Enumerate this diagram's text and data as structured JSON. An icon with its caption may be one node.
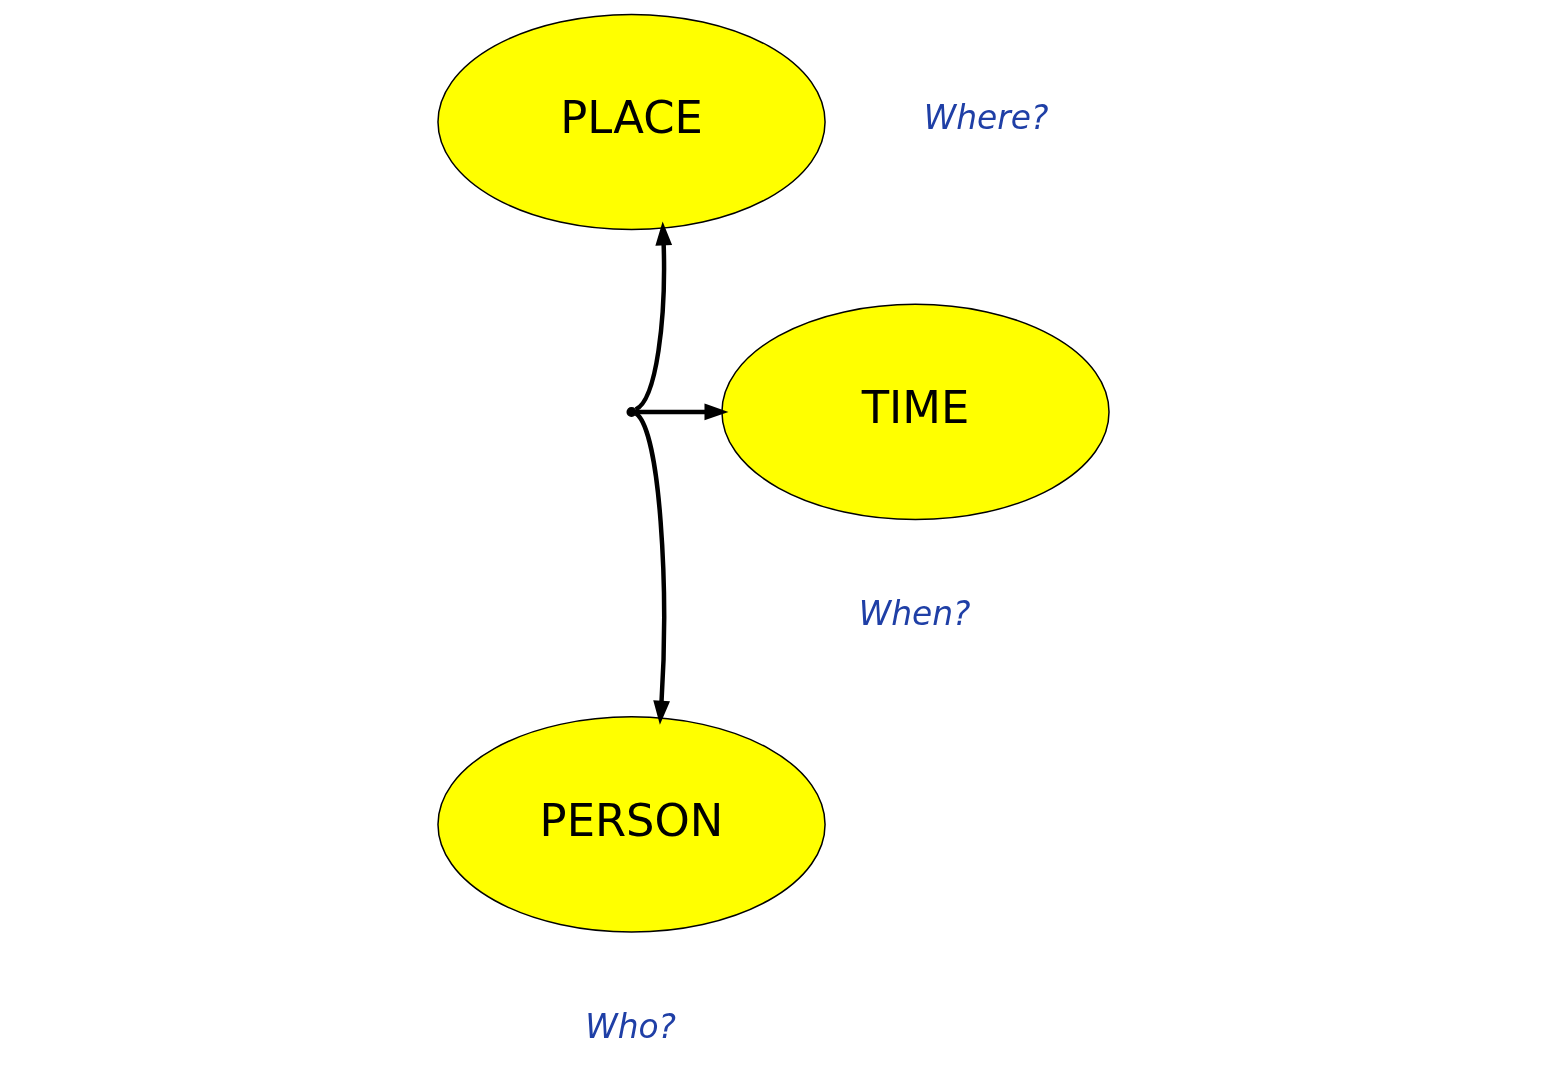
{
  "diagram": {
    "nodes": [
      {
        "text": [
          "PLACE"
        ],
        "beside": [
          "Where?"
        ]
      },
      {
        "text": [],
        "shape": "point"
      },
      {
        "text": [
          "TIME"
        ],
        "beside": [
          "When?"
        ]
      },
      {
        "text": [
          "PERSON"
        ],
        "beside": [
          "Who?"
        ]
      }
    ],
    "edges": [
      {
        "from": 1,
        "to": 0,
        "arrow": "to"
      },
      {
        "from": 1,
        "to": 2,
        "arrow": "to"
      },
      {
        "from": 1,
        "to": 3,
        "arrow": "to"
      }
    ]
  }
}
